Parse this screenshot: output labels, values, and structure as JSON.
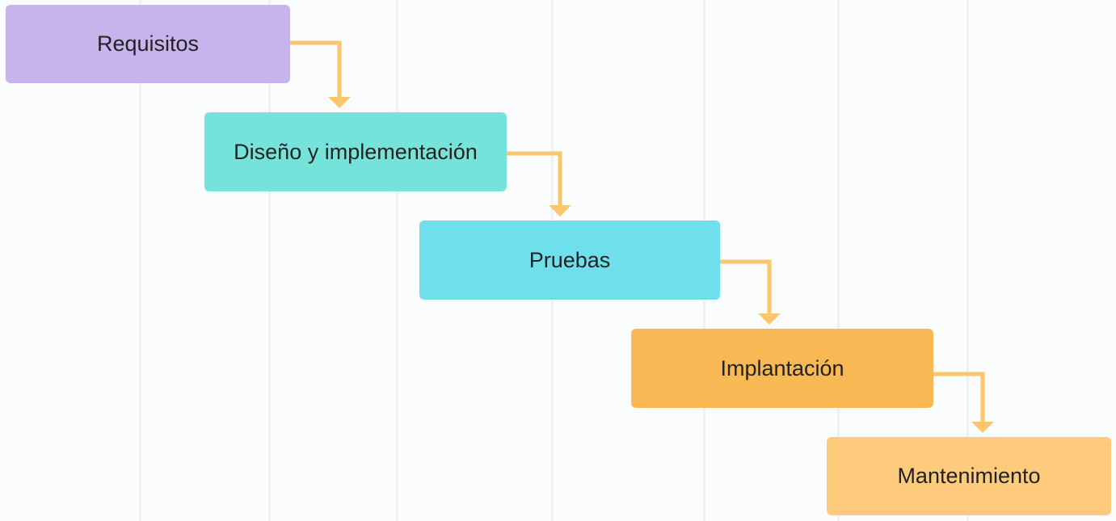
{
  "diagram": {
    "stages": [
      {
        "label": "Requisitos",
        "color": "#c8b4ec"
      },
      {
        "label": "Diseño y implementación",
        "color": "#76e3da"
      },
      {
        "label": "Pruebas",
        "color": "#6fdfec"
      },
      {
        "label": "Implantación",
        "color": "#f8b955"
      },
      {
        "label": "Mantenimiento",
        "color": "#fecb7d"
      }
    ],
    "connector_color": "#fbc66c"
  }
}
